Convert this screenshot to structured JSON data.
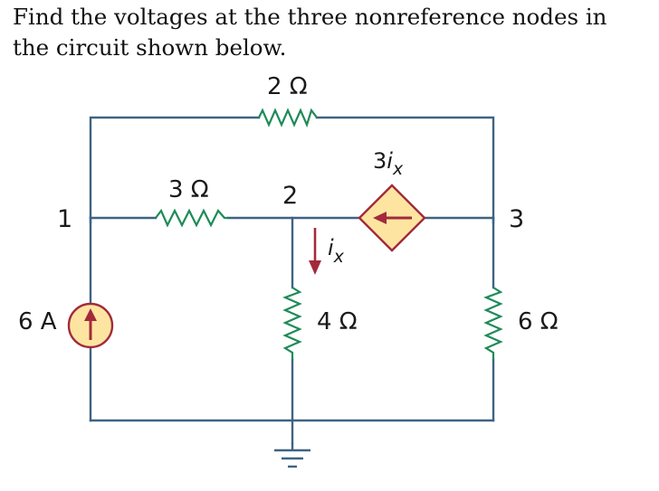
{
  "question": {
    "line1": "Find the voltages at the three nonreference nodes in",
    "line2": "the circuit shown below."
  },
  "circuit": {
    "resistors": {
      "top": "2 Ω",
      "middle": "3 Ω",
      "center_vertical": "4 Ω",
      "right_vertical": "6 Ω"
    },
    "nodes": {
      "node1": "1",
      "node2": "2",
      "node3": "3"
    },
    "current_source": {
      "label": "6 A"
    },
    "dependent_source": {
      "coefficient": "3",
      "variable": "i",
      "subscript": "x"
    },
    "current_ix": {
      "variable": "i",
      "subscript": "x"
    },
    "colors": {
      "wire": "#3e6384",
      "resistor": "#1e8b57",
      "source_fill": "#fde5a1",
      "source_stroke": "#a32a3b",
      "arrow": "#a32a3b"
    }
  }
}
